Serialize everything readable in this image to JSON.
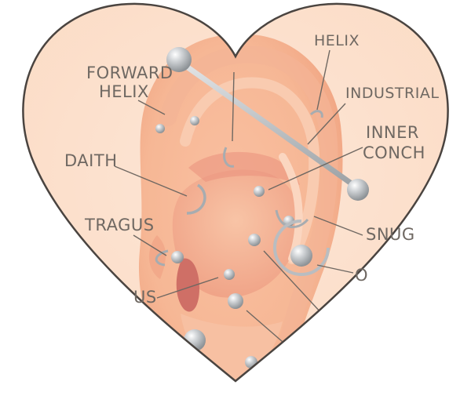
{
  "labels": {
    "helix": "HELIX",
    "forward_helix_line1": "FORWARD",
    "forward_helix_line2": "HELIX",
    "industrial": "INDUSTRIAL",
    "inner_conch_line1": "INNER",
    "inner_conch_line2": "CONCH",
    "daith": "DAITH",
    "tragus": "TRAGUS",
    "snug": "SNUG",
    "orbital_partial": "O",
    "antitragus_partial": "US"
  },
  "colors": {
    "outline": "#4a4440",
    "skin_light": "#fbe0cb",
    "skin_mid": "#f7c2a2",
    "skin_deep": "#e88e7c",
    "jewelry": "#b9bdc1",
    "label": "#6f6862"
  }
}
